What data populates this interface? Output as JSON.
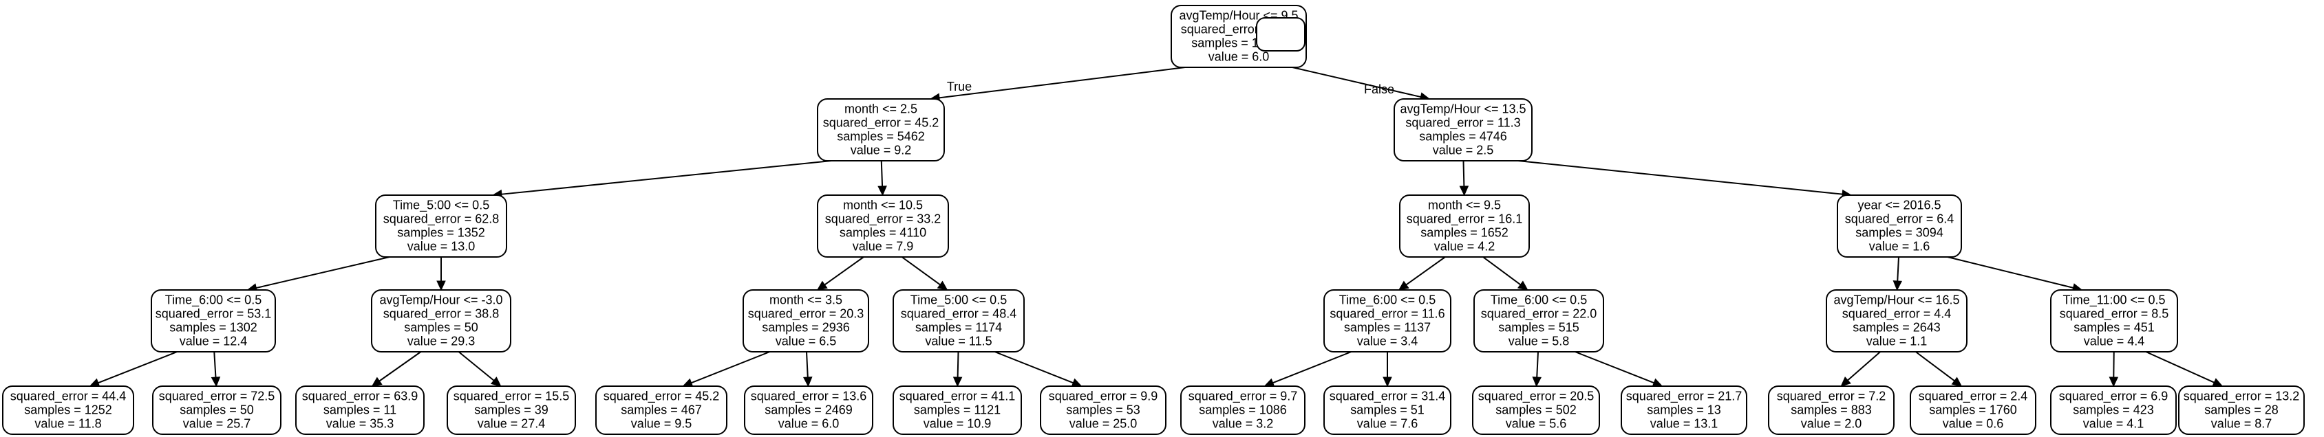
{
  "tree": {
    "edge_labels": {
      "left": "True",
      "right": "False"
    },
    "nodes": [
      {
        "id": "n0",
        "lines": [
          "avgTemp/Hour <= 9.5",
          "squared_error = 40.6",
          "samples = 10208",
          "value = 6.0"
        ]
      },
      {
        "id": "n1",
        "lines": [
          "month <= 2.5",
          "squared_error = 45.2",
          "samples = 5462",
          "value = 9.2"
        ]
      },
      {
        "id": "n2",
        "lines": [
          "avgTemp/Hour <= 13.5",
          "squared_error = 11.3",
          "samples = 4746",
          "value = 2.5"
        ]
      },
      {
        "id": "n3",
        "lines": [
          "Time_5:00 <= 0.5",
          "squared_error = 62.8",
          "samples = 1352",
          "value = 13.0"
        ]
      },
      {
        "id": "n4",
        "lines": [
          "month <= 10.5",
          "squared_error = 33.2",
          "samples = 4110",
          "value = 7.9"
        ]
      },
      {
        "id": "n5",
        "lines": [
          "month <= 9.5",
          "squared_error = 16.1",
          "samples = 1652",
          "value = 4.2"
        ]
      },
      {
        "id": "n6",
        "lines": [
          "year <= 2016.5",
          "squared_error = 6.4",
          "samples = 3094",
          "value = 1.6"
        ]
      },
      {
        "id": "n7",
        "lines": [
          "Time_6:00 <= 0.5",
          "squared_error = 53.1",
          "samples = 1302",
          "value = 12.4"
        ]
      },
      {
        "id": "n8",
        "lines": [
          "avgTemp/Hour <= -3.0",
          "squared_error = 38.8",
          "samples = 50",
          "value = 29.3"
        ]
      },
      {
        "id": "n9",
        "lines": [
          "month <= 3.5",
          "squared_error = 20.3",
          "samples = 2936",
          "value = 6.5"
        ]
      },
      {
        "id": "n10",
        "lines": [
          "Time_5:00 <= 0.5",
          "squared_error = 48.4",
          "samples = 1174",
          "value = 11.5"
        ]
      },
      {
        "id": "n11",
        "lines": [
          "Time_6:00 <= 0.5",
          "squared_error = 11.6",
          "samples = 1137",
          "value = 3.4"
        ]
      },
      {
        "id": "n12",
        "lines": [
          "Time_6:00 <= 0.5",
          "squared_error = 22.0",
          "samples = 515",
          "value = 5.8"
        ]
      },
      {
        "id": "n13",
        "lines": [
          "avgTemp/Hour <= 16.5",
          "squared_error = 4.4",
          "samples = 2643",
          "value = 1.1"
        ]
      },
      {
        "id": "n14",
        "lines": [
          "Time_11:00 <= 0.5",
          "squared_error = 8.5",
          "samples = 451",
          "value = 4.4"
        ]
      },
      {
        "id": "n15",
        "lines": [
          "squared_error = 44.4",
          "samples = 1252",
          "value = 11.8"
        ]
      },
      {
        "id": "n16",
        "lines": [
          "squared_error = 72.5",
          "samples = 50",
          "value = 25.7"
        ]
      },
      {
        "id": "n17",
        "lines": [
          "squared_error = 63.9",
          "samples = 11",
          "value = 35.3"
        ]
      },
      {
        "id": "n18",
        "lines": [
          "squared_error = 15.5",
          "samples = 39",
          "value = 27.4"
        ]
      },
      {
        "id": "n19",
        "lines": [
          "squared_error = 45.2",
          "samples = 467",
          "value = 9.5"
        ]
      },
      {
        "id": "n20",
        "lines": [
          "squared_error = 13.6",
          "samples = 2469",
          "value = 6.0"
        ]
      },
      {
        "id": "n21",
        "lines": [
          "squared_error = 41.1",
          "samples = 1121",
          "value = 10.9"
        ]
      },
      {
        "id": "n22",
        "lines": [
          "squared_error = 9.9",
          "samples = 53",
          "value = 25.0"
        ]
      },
      {
        "id": "n23",
        "lines": [
          "squared_error = 9.7",
          "samples = 1086",
          "value = 3.2"
        ]
      },
      {
        "id": "n24",
        "lines": [
          "squared_error = 31.4",
          "samples = 51",
          "value = 7.6"
        ]
      },
      {
        "id": "n25",
        "lines": [
          "squared_error = 20.5",
          "samples = 502",
          "value = 5.6"
        ]
      },
      {
        "id": "n26",
        "lines": [
          "squared_error = 21.7",
          "samples = 13",
          "value = 13.1"
        ]
      },
      {
        "id": "n27",
        "lines": [
          "squared_error = 7.2",
          "samples = 883",
          "value = 2.0"
        ]
      },
      {
        "id": "n28",
        "lines": [
          "squared_error = 2.4",
          "samples = 1760",
          "value = 0.6"
        ]
      },
      {
        "id": "n29",
        "lines": [
          "squared_error = 6.9",
          "samples = 423",
          "value = 4.1"
        ]
      },
      {
        "id": "n30",
        "lines": [
          "squared_error = 13.2",
          "samples = 28",
          "value = 8.7"
        ]
      }
    ],
    "edges": [
      [
        "n0",
        "n1"
      ],
      [
        "n0",
        "n2"
      ],
      [
        "n1",
        "n3"
      ],
      [
        "n1",
        "n4"
      ],
      [
        "n2",
        "n5"
      ],
      [
        "n2",
        "n6"
      ],
      [
        "n3",
        "n7"
      ],
      [
        "n3",
        "n8"
      ],
      [
        "n4",
        "n9"
      ],
      [
        "n4",
        "n10"
      ],
      [
        "n5",
        "n11"
      ],
      [
        "n5",
        "n12"
      ],
      [
        "n6",
        "n13"
      ],
      [
        "n6",
        "n14"
      ],
      [
        "n7",
        "n15"
      ],
      [
        "n7",
        "n16"
      ],
      [
        "n8",
        "n17"
      ],
      [
        "n8",
        "n18"
      ],
      [
        "n9",
        "n19"
      ],
      [
        "n9",
        "n20"
      ],
      [
        "n10",
        "n21"
      ],
      [
        "n10",
        "n22"
      ],
      [
        "n11",
        "n23"
      ],
      [
        "n11",
        "n24"
      ],
      [
        "n12",
        "n25"
      ],
      [
        "n12",
        "n26"
      ],
      [
        "n13",
        "n27"
      ],
      [
        "n13",
        "n28"
      ],
      [
        "n14",
        "n29"
      ],
      [
        "n14",
        "n30"
      ]
    ]
  }
}
